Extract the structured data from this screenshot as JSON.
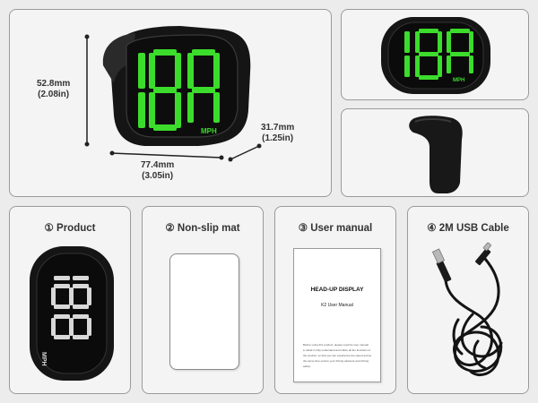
{
  "main": {
    "height_dim": {
      "mm": "52.8mm",
      "in": "(2.08in)"
    },
    "width_dim": {
      "mm": "77.4mm",
      "in": "(3.05in)"
    },
    "depth_dim": {
      "mm": "31.7mm",
      "in": "(1.25in)"
    },
    "display_digits": "188",
    "unit": "MPH"
  },
  "front_view": {
    "display_digits": "188",
    "unit": "MPH"
  },
  "accessories": [
    {
      "title": "① Product",
      "unit": "MPH"
    },
    {
      "title": "② Non-slip mat"
    },
    {
      "title": "③ User manual",
      "manual_title": "HEAD-UP DISPLAY",
      "manual_subtitle": "K2 User Manual",
      "manual_body": "Before using this product, please read the user manual in detail to fully understand and utilize all the functions of the product, so that you can experience the speed and at the same time ensure your driving pleasure and driving safety."
    },
    {
      "title": "④ 2M USB Cable"
    }
  ],
  "colors": {
    "display_green": "#3cdc2c",
    "device_black": "#1a1a1a",
    "panel_border": "#9a9a9a"
  }
}
